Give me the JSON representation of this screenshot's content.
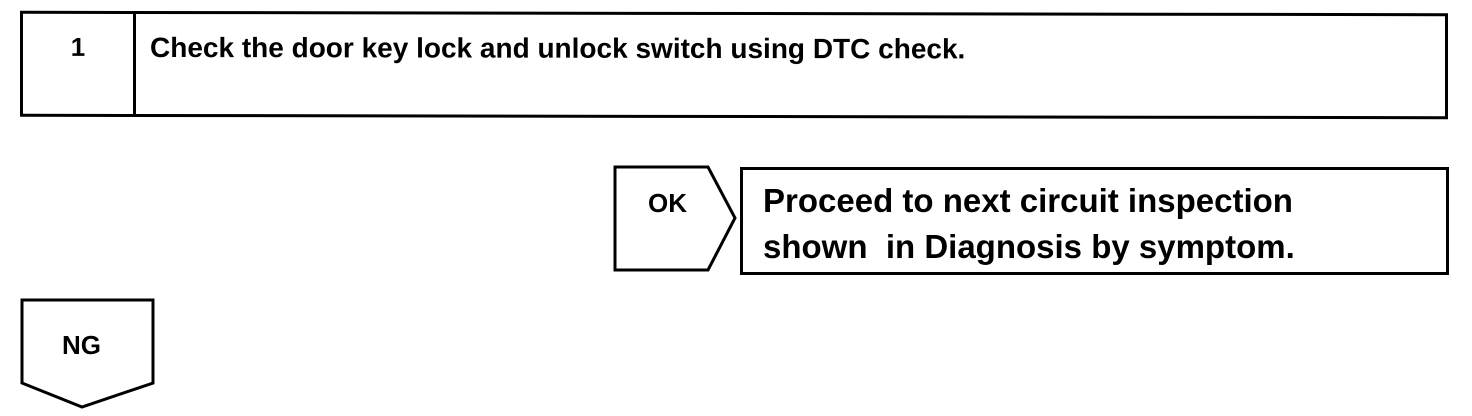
{
  "step": {
    "number": "1",
    "title": "Check the door key lock and unlock switch using DTC check."
  },
  "ok_branch": {
    "label": "OK",
    "result_line1": "Proceed to next circuit inspection",
    "result_line2": "shown  in Diagnosis by symptom."
  },
  "ng_branch": {
    "label": "NG"
  }
}
